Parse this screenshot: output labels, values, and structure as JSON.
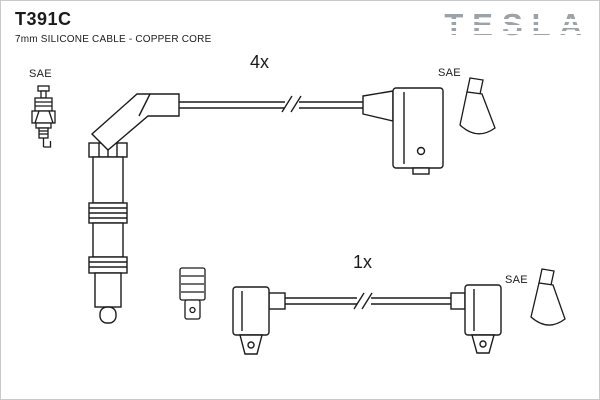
{
  "header": {
    "part_number": "T391C",
    "subtitle": "7mm SILICONE CABLE - COPPER CORE",
    "brand": "TESLA"
  },
  "quantities": {
    "main_harness": "4x",
    "single_cable": "1x"
  },
  "connector_labels": {
    "spark_plug_left": "SAE",
    "boot_top_right": "SAE",
    "boot_bottom_right": "SAE"
  },
  "colors": {
    "line": "#1b1b1b",
    "brand": "#9aa2aa",
    "background": "#ffffff"
  }
}
